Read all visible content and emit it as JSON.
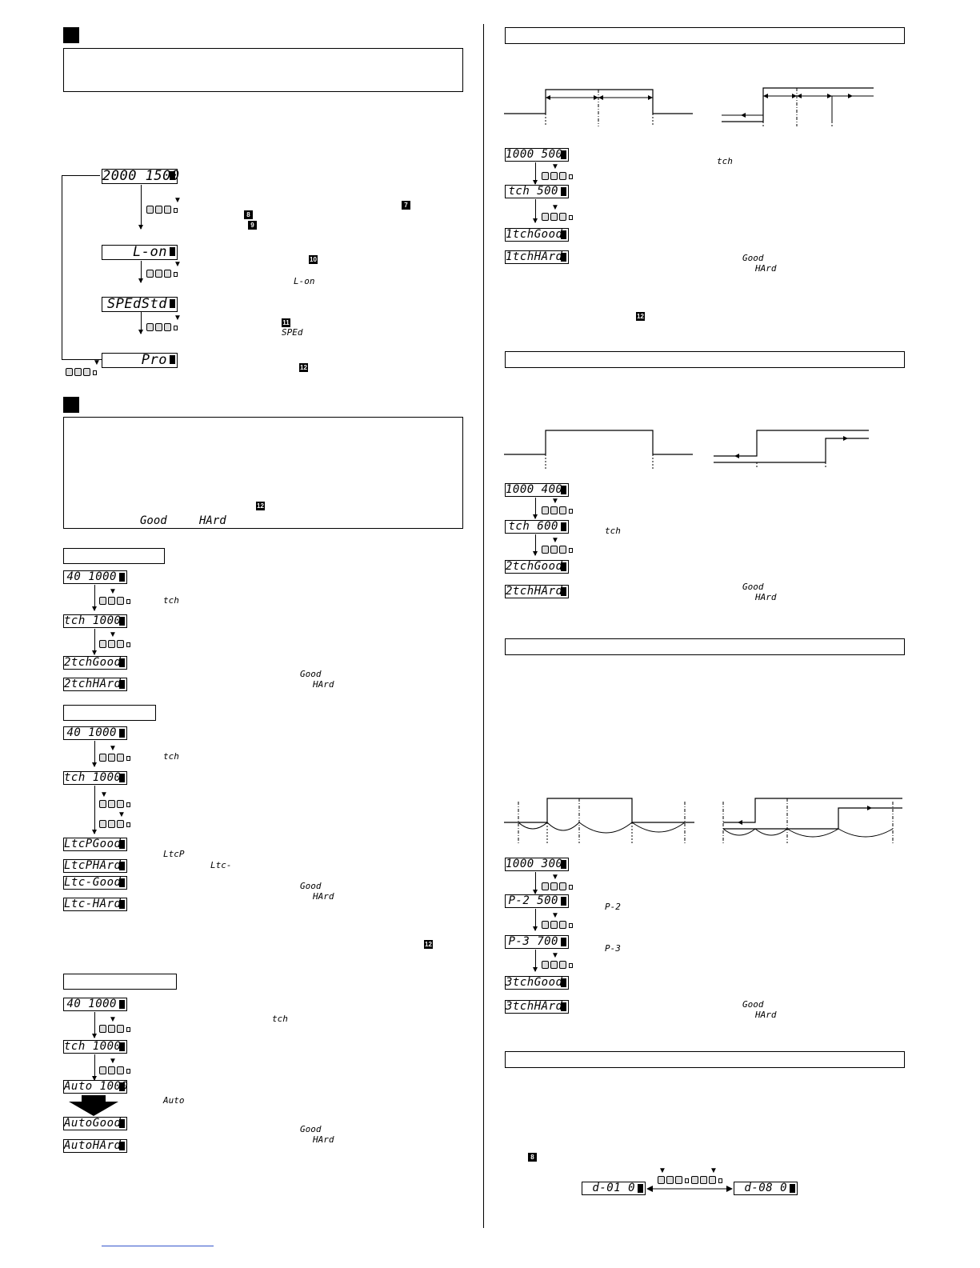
{
  "left_column": {
    "mode_cycle": {
      "displays": [
        "2000 1500",
        "L-on",
        "SPEdStd",
        "Pro"
      ],
      "refs": [
        "7",
        "8",
        "9",
        "10",
        "11",
        "12"
      ],
      "labels": [
        "L-on",
        "SPEd"
      ]
    },
    "teach_box_refs": {
      "ref": "12",
      "good": "Good",
      "hard": "HArd"
    },
    "sub1": {
      "displays": [
        "40 1000",
        "tch 1000",
        "2tchGood",
        "2tchHArd"
      ],
      "labels": [
        "tch",
        "Good",
        "HArd"
      ]
    },
    "sub2": {
      "displays": [
        "40 1000",
        "tch 1000",
        "LtcPGood",
        "LtcPHArd",
        "Ltc-Good",
        "Ltc-HArd"
      ],
      "labels": [
        "tch",
        "LtcP",
        "Ltc-",
        "Good",
        "HArd"
      ],
      "ref": "12"
    },
    "sub3": {
      "displays": [
        "40 1000",
        "tch 1000",
        "Auto 1000",
        "AutoGood",
        "AutoHArd"
      ],
      "labels": [
        "tch",
        "Auto",
        "Good",
        "HArd"
      ]
    }
  },
  "right_column": {
    "s1": {
      "displays": [
        "1000 500",
        "tch 500",
        "1tchGood",
        "1tchHArd"
      ],
      "labels": [
        "tch",
        "Good",
        "HArd"
      ],
      "ref": "12"
    },
    "s2": {
      "displays": [
        "1000 400",
        "tch 600",
        "2tchGood",
        "2tchHArd"
      ],
      "labels": [
        "tch",
        "Good",
        "HArd"
      ]
    },
    "s3": {
      "displays": [
        "1000 300",
        "P-2 500",
        "P-3 700",
        "3tchGood",
        "3tchHArd"
      ],
      "labels": [
        "P-2",
        "P-3",
        "Good",
        "HArd"
      ]
    },
    "s4": {
      "ref": "8",
      "displays": [
        "d-01 0",
        "d-08 0"
      ]
    }
  }
}
